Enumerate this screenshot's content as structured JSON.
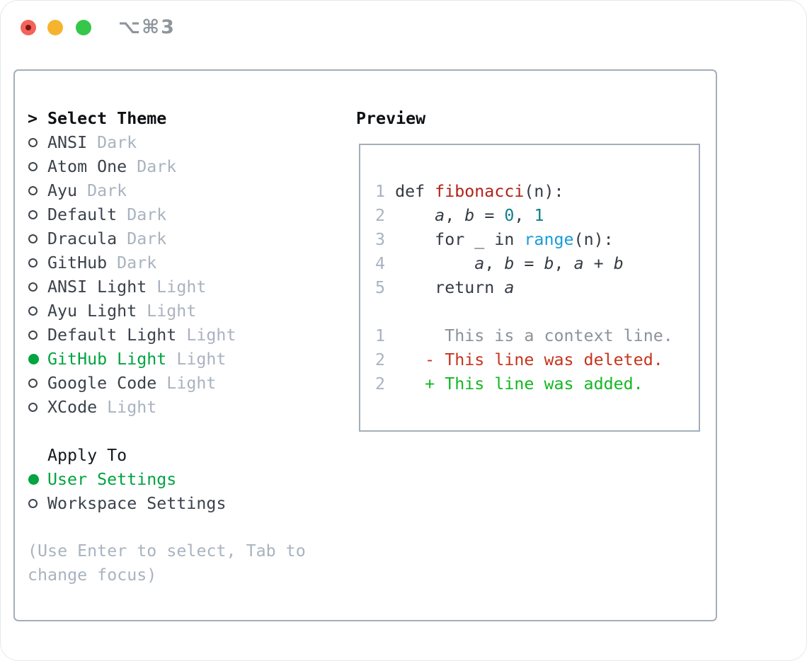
{
  "window": {
    "title": "⌥⌘3"
  },
  "colors": {
    "panel_border": "#a4aeb9",
    "selected_green": "#00a440",
    "added_green": "#12b722",
    "deleted_red": "#c4351c",
    "function_red": "#b02318",
    "number_teal": "#11808a",
    "builtin_blue": "#189bd8",
    "dim_gray": "#a9b3bf",
    "context_gray": "#8b9299",
    "text_dark": "#3b424b",
    "traffic_red": "#f4635b",
    "traffic_yellow": "#f6b42e",
    "traffic_green": "#34c74a"
  },
  "theme_selector": {
    "header_prefix": ">",
    "header": "Select Theme",
    "themes": [
      {
        "name": "ANSI",
        "tag": "Dark",
        "selected": false
      },
      {
        "name": "Atom One",
        "tag": "Dark",
        "selected": false
      },
      {
        "name": "Ayu",
        "tag": "Dark",
        "selected": false
      },
      {
        "name": "Default",
        "tag": "Dark",
        "selected": false
      },
      {
        "name": "Dracula",
        "tag": "Dark",
        "selected": false
      },
      {
        "name": "GitHub",
        "tag": "Dark",
        "selected": false
      },
      {
        "name": "ANSI Light",
        "tag": "Light",
        "selected": false
      },
      {
        "name": "Ayu Light",
        "tag": "Light",
        "selected": false
      },
      {
        "name": "Default Light",
        "tag": "Light",
        "selected": false
      },
      {
        "name": "GitHub Light",
        "tag": "Light",
        "selected": true
      },
      {
        "name": "Google Code",
        "tag": "Light",
        "selected": false
      },
      {
        "name": "XCode",
        "tag": "Light",
        "selected": false
      }
    ],
    "apply_to": {
      "header": "Apply To",
      "options": [
        {
          "name": "User Settings",
          "selected": true
        },
        {
          "name": "Workspace Settings",
          "selected": false
        }
      ]
    },
    "hint": "(Use Enter to select, Tab to change focus)"
  },
  "preview": {
    "header": "Preview",
    "code_lines": [
      [
        {
          "t": "1 ",
          "c": "ln"
        },
        {
          "t": "def ",
          "c": "pln"
        },
        {
          "t": "fibonacci",
          "c": "fn"
        },
        {
          "t": "(n):",
          "c": "pln"
        }
      ],
      [
        {
          "t": "2 ",
          "c": "ln"
        },
        {
          "t": "    ",
          "c": "pln"
        },
        {
          "t": "a",
          "c": "var"
        },
        {
          "t": ", ",
          "c": "pln"
        },
        {
          "t": "b",
          "c": "var"
        },
        {
          "t": " = ",
          "c": "pln"
        },
        {
          "t": "0",
          "c": "num"
        },
        {
          "t": ", ",
          "c": "pln"
        },
        {
          "t": "1",
          "c": "num"
        }
      ],
      [
        {
          "t": "3 ",
          "c": "ln"
        },
        {
          "t": "    for _ in ",
          "c": "pln"
        },
        {
          "t": "range",
          "c": "builtin"
        },
        {
          "t": "(n):",
          "c": "pln"
        }
      ],
      [
        {
          "t": "4 ",
          "c": "ln"
        },
        {
          "t": "        ",
          "c": "pln"
        },
        {
          "t": "a",
          "c": "var"
        },
        {
          "t": ", ",
          "c": "pln"
        },
        {
          "t": "b",
          "c": "var"
        },
        {
          "t": " = ",
          "c": "pln"
        },
        {
          "t": "b",
          "c": "var"
        },
        {
          "t": ", ",
          "c": "pln"
        },
        {
          "t": "a",
          "c": "var"
        },
        {
          "t": " + ",
          "c": "pln"
        },
        {
          "t": "b",
          "c": "var"
        }
      ],
      [
        {
          "t": "5 ",
          "c": "ln"
        },
        {
          "t": "    return ",
          "c": "pln"
        },
        {
          "t": "a",
          "c": "var"
        }
      ],
      [],
      [
        {
          "t": "1",
          "c": "ln"
        },
        {
          "t": "      This is a context line.",
          "c": "ctx"
        }
      ],
      [
        {
          "t": "2",
          "c": "ln"
        },
        {
          "t": "    ",
          "c": "pln"
        },
        {
          "t": "- This line was deleted.",
          "c": "del"
        }
      ],
      [
        {
          "t": "2",
          "c": "ln"
        },
        {
          "t": "    ",
          "c": "pln"
        },
        {
          "t": "+ This line was added.",
          "c": "add"
        }
      ]
    ]
  }
}
